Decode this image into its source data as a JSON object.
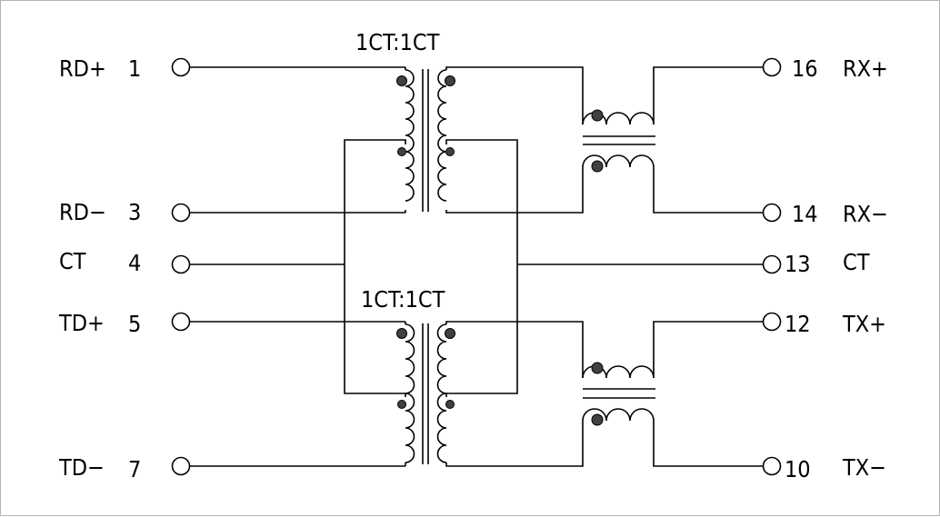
{
  "transformers": [
    {
      "ratio_label": "1CT:1CT"
    },
    {
      "ratio_label": "1CT:1CT"
    }
  ],
  "left_pins": [
    {
      "name": "RD+",
      "number": "1"
    },
    {
      "name": "RD−",
      "number": "3"
    },
    {
      "name": "CT",
      "number": "4"
    },
    {
      "name": "TD+",
      "number": "5"
    },
    {
      "name": "TD−",
      "number": "7"
    }
  ],
  "right_pins": [
    {
      "name": "RX+",
      "number": "16"
    },
    {
      "name": "RX−",
      "number": "14"
    },
    {
      "name": "CT",
      "number": "13"
    },
    {
      "name": "TX+",
      "number": "12"
    },
    {
      "name": "TX−",
      "number": "10"
    }
  ]
}
